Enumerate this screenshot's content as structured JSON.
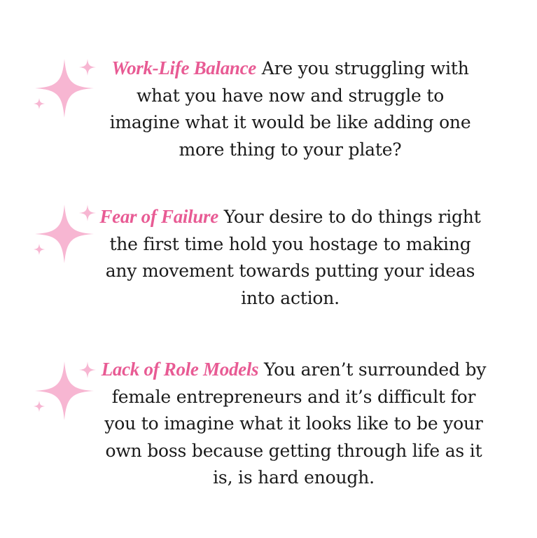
{
  "colors": {
    "accent": "#e85b94",
    "sparkle": "#f7b6d2",
    "body_text": "#1a1a1a",
    "background": "#ffffff"
  },
  "icons": [
    "sparkle-icon"
  ],
  "items": [
    {
      "heading": "Work-Life Balance",
      "body": "Are you struggling with what you have now and struggle to imagine what it would be like adding one more thing to your plate?"
    },
    {
      "heading": "Fear of Failure",
      "body": "Your desire to do things right the first time hold you hostage to making any movement towards putting your ideas into action."
    },
    {
      "heading": "Lack of Role Models",
      "body": "You aren’t surrounded by female entrepreneurs and it’s difficult for you to imagine what it looks like to be your own boss because getting through life as it is, is hard enough."
    }
  ]
}
